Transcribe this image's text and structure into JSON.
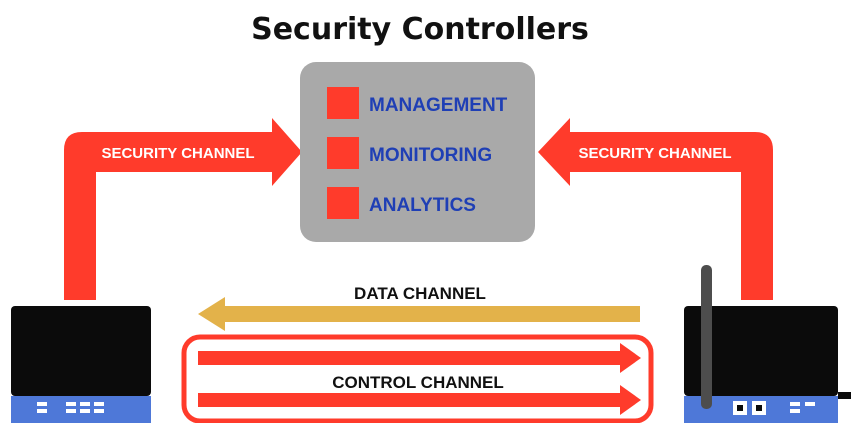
{
  "title": "Security Controllers",
  "controller_panel": {
    "items": [
      {
        "label": "MANAGEMENT"
      },
      {
        "label": "MONITORING"
      },
      {
        "label": "ANALYTICS"
      }
    ]
  },
  "channels": {
    "security_left": "SECURITY CHANNEL",
    "security_right": "SECURITY CHANNEL",
    "data": "DATA CHANNEL",
    "control": "CONTROL CHANNEL"
  },
  "colors": {
    "red": "#ff3b2b",
    "gold": "#e3b24a",
    "panel_gray": "#a9a9a9",
    "item_blue": "#1f3fb5",
    "device_black": "#0b0b0b",
    "device_blue": "#4e78d8",
    "antenna_gray": "#4d4d4d"
  },
  "icons": {
    "left_device": "network-switch-icon",
    "right_device": "wireless-router-icon"
  }
}
